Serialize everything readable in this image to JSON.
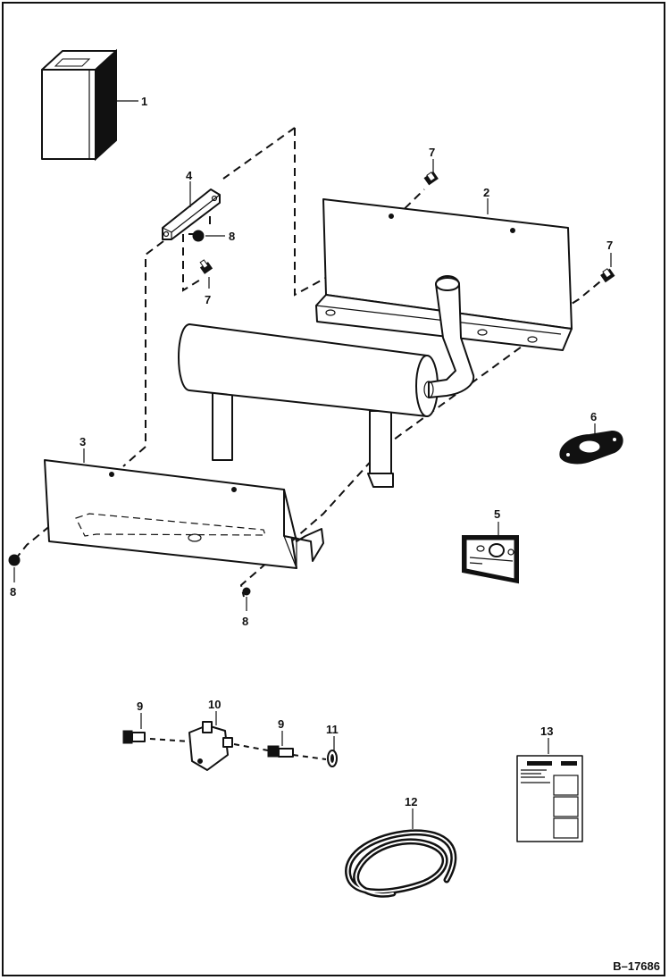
{
  "figure": {
    "id": "B–17686",
    "callouts": [
      "1",
      "2",
      "3",
      "4",
      "5",
      "6",
      "7",
      "8",
      "9",
      "10",
      "11",
      "12",
      "13"
    ]
  },
  "parts": [
    {
      "callout": "1",
      "icon": "kit-box-icon"
    },
    {
      "callout": "2",
      "icon": "upper-heat-shield-icon"
    },
    {
      "callout": "3",
      "icon": "lower-heat-shield-icon"
    },
    {
      "callout": "4",
      "icon": "bracket-icon"
    },
    {
      "callout": "5",
      "icon": "plate-icon"
    },
    {
      "callout": "6",
      "icon": "gasket-icon"
    },
    {
      "callout": "7",
      "icon": "bolt-icon"
    },
    {
      "callout": "8",
      "icon": "nut-icon"
    },
    {
      "callout": "9",
      "icon": "fitting-icon"
    },
    {
      "callout": "10",
      "icon": "valve-block-icon"
    },
    {
      "callout": "11",
      "icon": "clamp-icon"
    },
    {
      "callout": "12",
      "icon": "hose-icon"
    },
    {
      "callout": "13",
      "icon": "instruction-sheet-icon"
    }
  ]
}
